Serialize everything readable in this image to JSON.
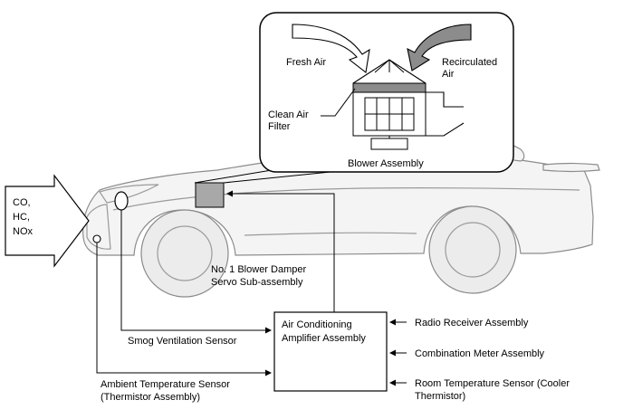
{
  "inset": {
    "fresh_air": "Fresh Air",
    "recirculated_air_1": "Recirculated",
    "recirculated_air_2": "Air",
    "clean_air_filter_1": "Clean Air",
    "clean_air_filter_2": "Filter",
    "blower_assembly": "Blower Assembly"
  },
  "pollutants": {
    "line1": "CO,",
    "line2": "HC,",
    "line3": "NOx"
  },
  "components": {
    "damper_servo_1": "No. 1 Blower Damper",
    "damper_servo_2": "Servo Sub-assembly",
    "smog_sensor": "Smog Ventilation Sensor",
    "ambient_sensor_1": "Ambient Temperature Sensor",
    "ambient_sensor_2": "(Thermistor Assembly)",
    "amplifier_1": "Air Conditioning",
    "amplifier_2": "Amplifier Assembly",
    "radio_receiver": "Radio Receiver Assembly",
    "combination_meter": "Combination Meter Assembly",
    "room_temp_1": "Room Temperature Sensor (Cooler",
    "room_temp_2": "Thermistor)"
  }
}
